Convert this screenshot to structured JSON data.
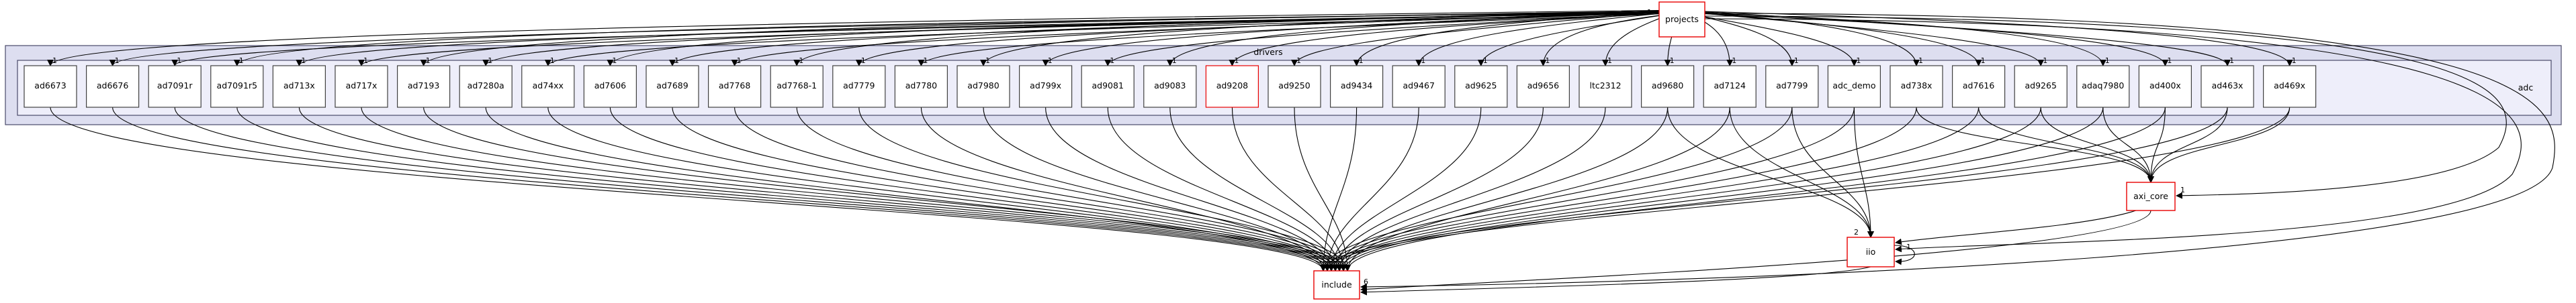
{
  "diagram": {
    "projects": "projects",
    "drivers": "drivers",
    "adc": "adc",
    "include": "include",
    "axi_core": "axi_core",
    "iio": "iio",
    "modules": [
      "ad6673",
      "ad6676",
      "ad7091r",
      "ad7091r5",
      "ad713x",
      "ad717x",
      "ad7193",
      "ad7280a",
      "ad74xx",
      "ad7606",
      "ad7689",
      "ad7768",
      "ad7768-1",
      "ad7779",
      "ad7780",
      "ad7980",
      "ad799x",
      "ad9081",
      "ad9083",
      "ad9208",
      "ad9250",
      "ad9434",
      "ad9467",
      "ad9625",
      "ad9656",
      "ltc2312",
      "ad9680",
      "ad7124",
      "ad7799",
      "adc_demo",
      "ad738x",
      "ad7616",
      "ad9265",
      "adaq7980",
      "ad400x",
      "ad463x",
      "ad469x"
    ],
    "red_outlined": [
      "ad9208"
    ],
    "to_axi_core": [
      "ad738x",
      "ad7616",
      "ad9265",
      "adaq7980",
      "ad400x",
      "ad463x",
      "ad469x"
    ],
    "to_iio": [
      "ad9680",
      "ad7124",
      "ad7799",
      "adc_demo"
    ],
    "edge_labels": {
      "projects_in": "1",
      "include_in": "6",
      "iio_in": "2",
      "axi_core_in": "1",
      "iio_self": "1",
      "module_in": "1"
    },
    "colors": {
      "red_border": "#e80000",
      "frame_fill": "#dddef0",
      "frame_border": "#4a4a6a",
      "inner_fill": "#eeeefa",
      "node_border": "#404040"
    }
  }
}
